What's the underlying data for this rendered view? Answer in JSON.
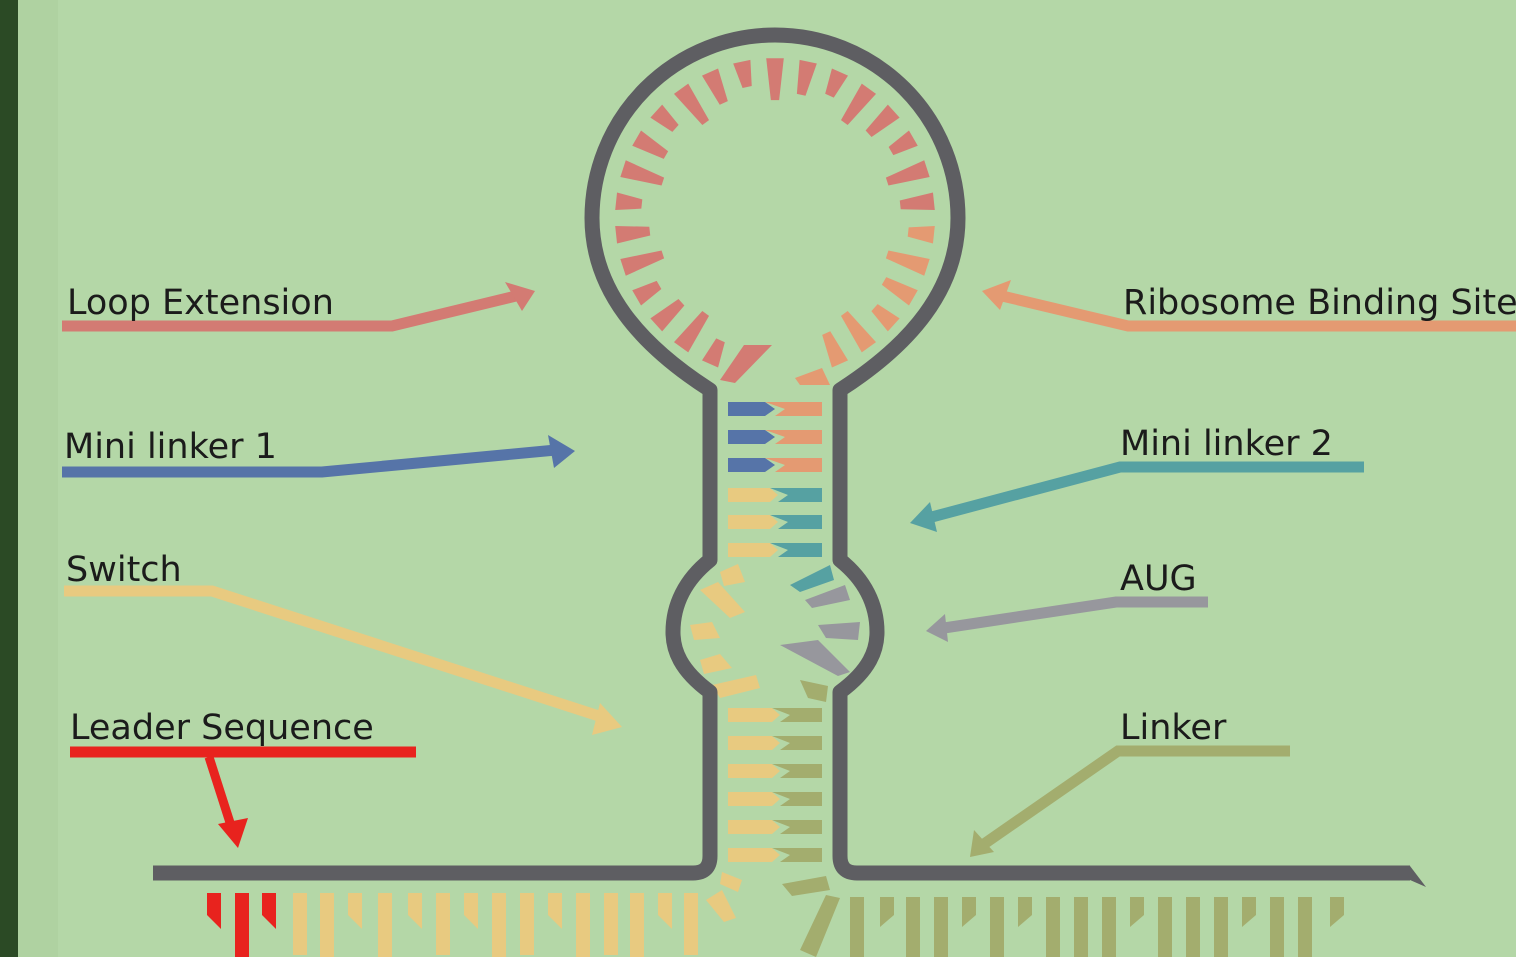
{
  "colors": {
    "background": "#b4d7a7",
    "frame": "#2b4a25",
    "backbone": "#5e5e62",
    "loop_extension": "#d37b73",
    "ribosome_binding_site": "#e49a72",
    "mini_linker_1": "#5674a8",
    "mini_linker_2": "#56a1a2",
    "switch": "#e8ca80",
    "aug": "#97979d",
    "linker": "#a3ad6e",
    "leader_sequence": "#e8231e"
  },
  "labels": {
    "loop_extension": "Loop Extension",
    "ribosome_binding_site": "Ribosome Binding Site",
    "mini_linker_1": "Mini linker 1",
    "mini_linker_2": "Mini linker 2",
    "switch": "Switch",
    "aug": "AUG",
    "leader_sequence": "Leader Sequence",
    "linker": "Linker"
  }
}
